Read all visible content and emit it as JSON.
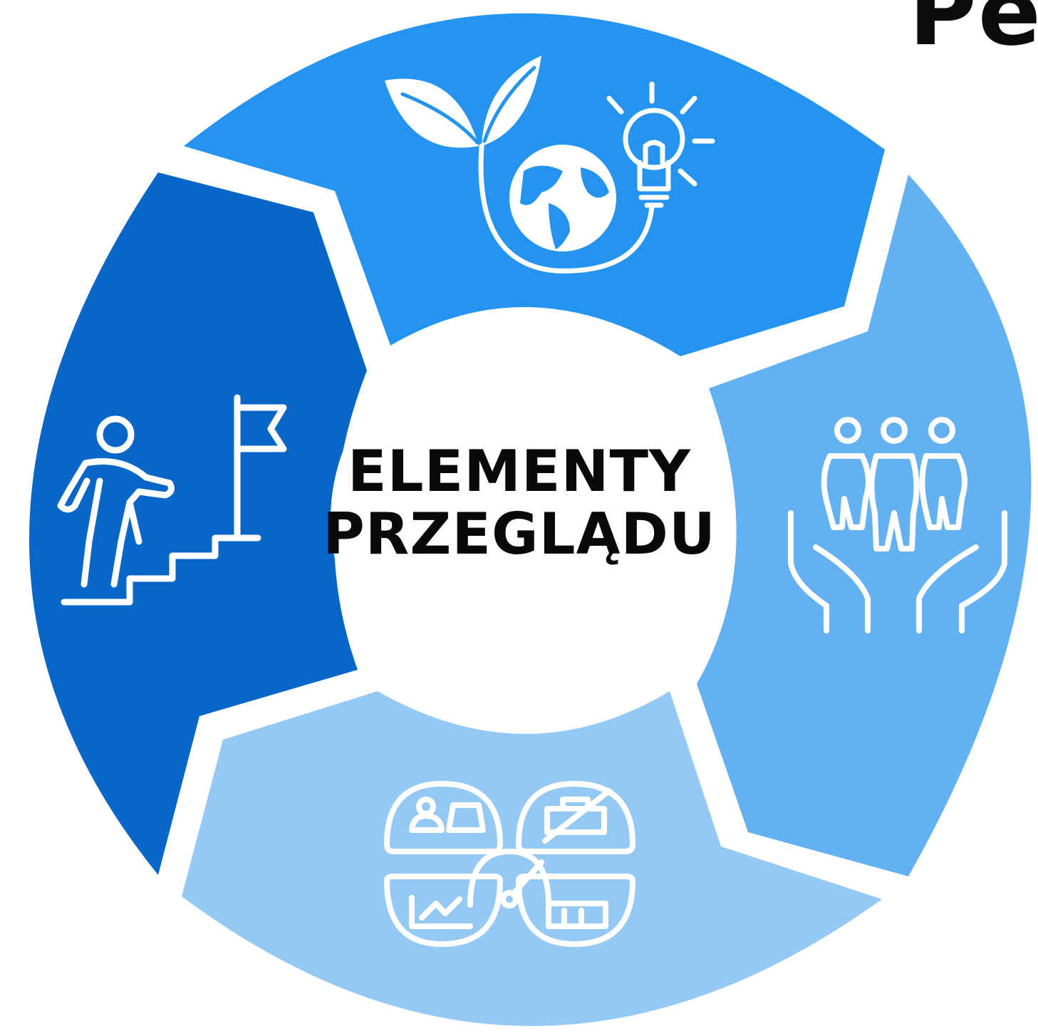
{
  "center": {
    "line1": "ELEMENTY",
    "line2": "PRZEGLĄDU"
  },
  "corner_fragment": "Pe",
  "segments": [
    {
      "position": "top",
      "icon": "leaf-globe-lightbulb-icon",
      "color": "#2494f0"
    },
    {
      "position": "right",
      "icon": "people-in-hands-icon",
      "color": "#63b1f3"
    },
    {
      "position": "bottom",
      "icon": "business-dashboard-icon",
      "color": "#94c9f6"
    },
    {
      "position": "left",
      "icon": "climbing-stairs-flag-icon",
      "color": "#0766c8"
    }
  ],
  "colors": {
    "center_fill": "#ffffff",
    "icon_stroke": "#ffffff",
    "text": "#0a0a0a"
  }
}
